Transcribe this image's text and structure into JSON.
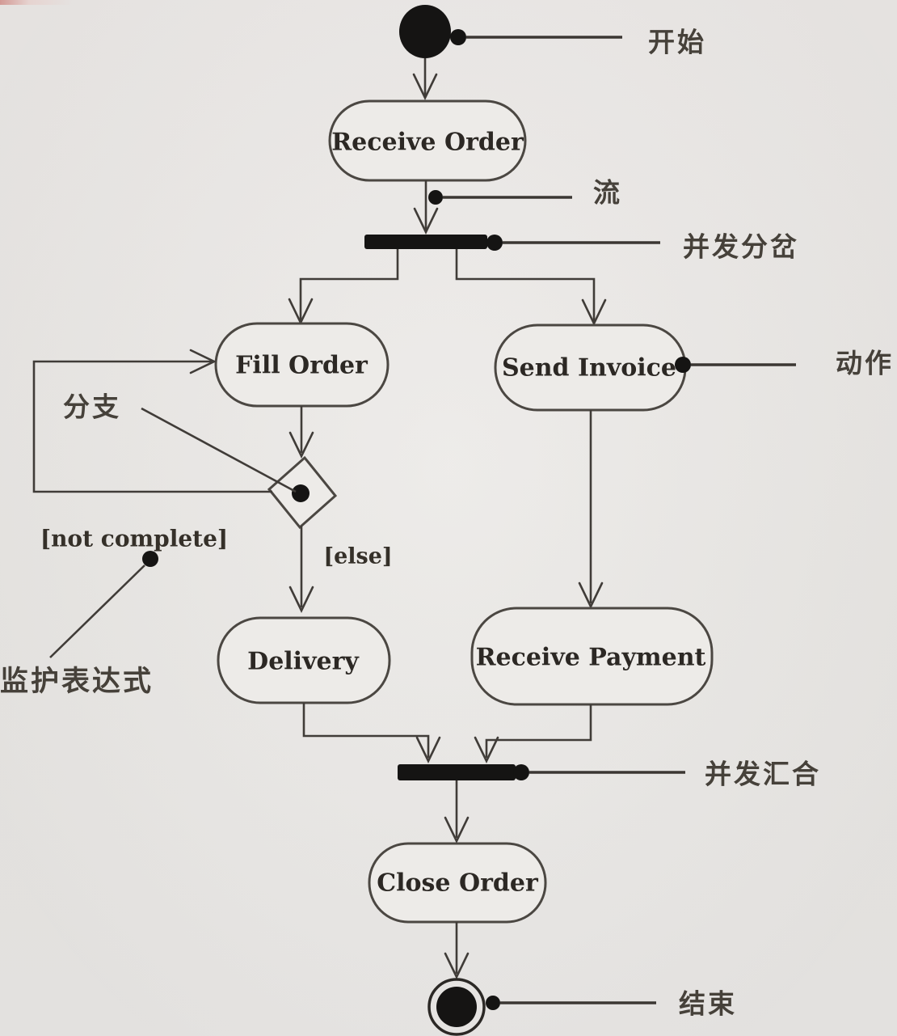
{
  "diagram_type": "uml-activity-diagram",
  "colors": {
    "background": "#eae8e5",
    "line": "#403c38",
    "node_fill": "#edebe8",
    "node_stroke": "#4b4742",
    "solid_shapes": "#151413",
    "english_text": "#2c2824",
    "chinese_text": "#46413a"
  },
  "activities": {
    "receive_order": "Receive Order",
    "fill_order": "Fill Order",
    "send_invoice": "Send Invoice",
    "delivery": "Delivery",
    "receive_payment": "Receive Payment",
    "close_order": "Close Order"
  },
  "guards": {
    "not_complete": "[not complete]",
    "else": "[else]"
  },
  "annotations": {
    "start": "开始",
    "flow": "流",
    "fork": "并发分岔",
    "action": "动作",
    "branch": "分支",
    "guard_expression": "监护表达式",
    "join": "并发汇合",
    "end": "结束"
  }
}
